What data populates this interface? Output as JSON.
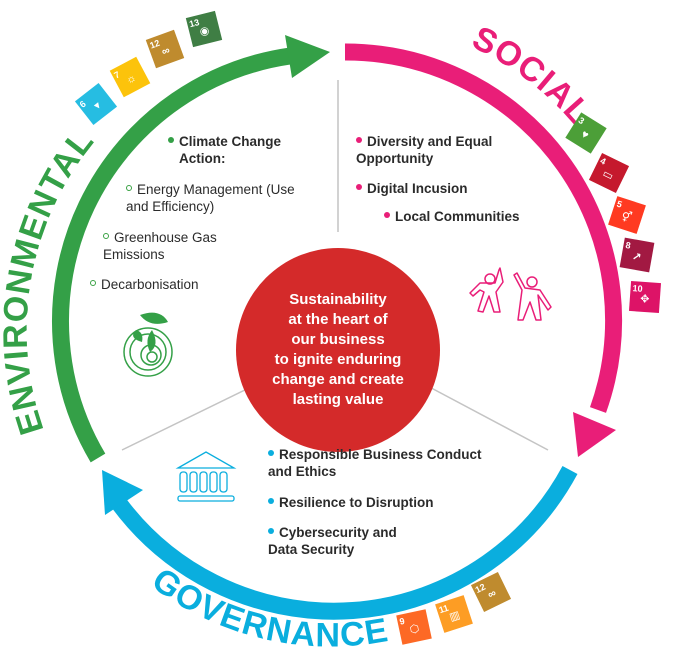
{
  "colors": {
    "environmental": "#34a047",
    "social": "#e91e78",
    "governance": "#0aaede",
    "center": "#d42a2a",
    "divider": "#c4c4c4",
    "text": "#2b2b2b"
  },
  "center": {
    "text": "Sustainability\nat the heart of\nour business\nto ignite enduring\nchange and create\nlasting value"
  },
  "environmental": {
    "label": "ENVIRONMENTAL",
    "icon": "leaf-target-icon",
    "heading": "Climate Change Action:",
    "items": [
      "Energy Management (Use and Efficiency)",
      "Greenhouse Gas Emissions",
      "Decarbonisation"
    ],
    "sdgs": [
      {
        "number": "6",
        "color": "#26bde2",
        "glyph": "water-icon"
      },
      {
        "number": "7",
        "color": "#fcc30b",
        "glyph": "sun-icon"
      },
      {
        "number": "12",
        "color": "#bf8b2e",
        "glyph": "infinity-icon"
      },
      {
        "number": "13",
        "color": "#3f7e44",
        "glyph": "eye-globe-icon"
      }
    ]
  },
  "social": {
    "label": "SOCIAL",
    "icon": "dancing-people-icon",
    "items": [
      "Diversity and Equal Opportunity",
      "Digital Incusion",
      "Local Communities"
    ],
    "sdgs": [
      {
        "number": "3",
        "color": "#4c9f38",
        "glyph": "heartbeat-icon"
      },
      {
        "number": "4",
        "color": "#c5192d",
        "glyph": "book-icon"
      },
      {
        "number": "5",
        "color": "#ff3a21",
        "glyph": "gender-icon"
      },
      {
        "number": "8",
        "color": "#a21942",
        "glyph": "growth-chart-icon"
      },
      {
        "number": "10",
        "color": "#dd1367",
        "glyph": "equality-arrows-icon"
      }
    ]
  },
  "governance": {
    "label": "GOVERNANCE",
    "icon": "institution-building-icon",
    "items": [
      "Responsible Business Conduct and Ethics",
      "Resilience to Disruption",
      "Cybersecurity and Data Security"
    ],
    "sdgs": [
      {
        "number": "9",
        "color": "#fd6925",
        "glyph": "cubes-icon"
      },
      {
        "number": "11",
        "color": "#fd9d24",
        "glyph": "city-icon"
      },
      {
        "number": "12",
        "color": "#bf8b2e",
        "glyph": "infinity-icon"
      }
    ]
  }
}
